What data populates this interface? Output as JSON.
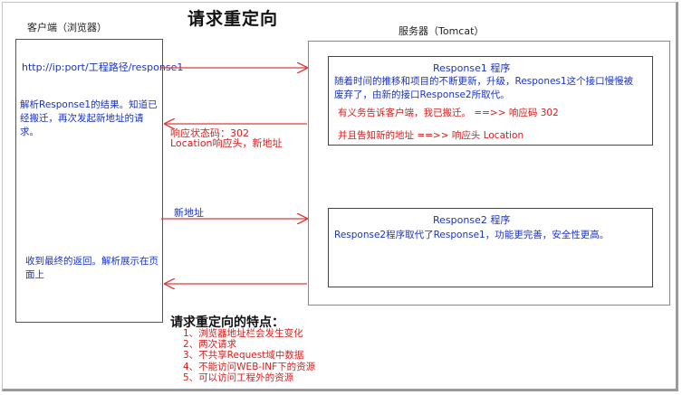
{
  "title": "请求重定向",
  "client": {
    "label": "客户端（浏览器）",
    "url": "http://ip:port/工程路径/response1",
    "parse_text": "解析Response1的结果。知道已经搬迁，再次发起新地址的请求。",
    "final_text": "收到最终的返回。解析展示在页面上"
  },
  "server": {
    "label": "服务器（Tomcat）",
    "response1": {
      "title": "Response1 程序",
      "desc": "随着时间的推移和项目的不断更新，升级，Respones1这个接口慢慢被废弃了，由新的接口Response2所取代。",
      "notify": "有义务告诉客户端，我已搬迁。 ==>> 响应码 302",
      "location": "并且告知新的地址    ==>> 响应头 Location"
    },
    "response2": {
      "title": "Response2 程序",
      "desc": "Response2程序取代了Response1，功能更完善，安全性更高。"
    }
  },
  "arrows": {
    "status_label": "响应状态码：302",
    "location_label": "Location响应头，新地址",
    "new_addr_label": "新地址"
  },
  "features": {
    "title": "请求重定向的特点：",
    "items": [
      "1、浏览器地址栏会发生变化",
      "2、两次请求",
      "3、不共享Request域中数据",
      "4、不能访问WEB-INF下的资源",
      "5、可以访问工程外的资源"
    ]
  },
  "colors": {
    "blue_text": "#1a33c9",
    "red_text": "#d81c1c",
    "arrow": "#e03a3a"
  }
}
